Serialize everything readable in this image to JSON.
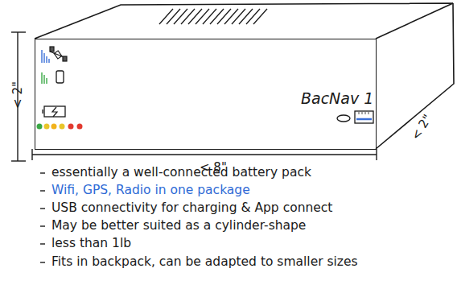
{
  "diagram": {
    "nodes": [
      {
        "text": [
          "BacNav 1"
        ]
      }
    ],
    "labels": [
      "< 2\"",
      "< 8\"",
      "< 2\"",
      "essentially a well-connected battery pack",
      "Wifi, GPS, Radio in one package",
      "USB connectivity for charging & App connect",
      "May be better suited as a cylinder-shape",
      "less than 1lb",
      "Fits in backpack, can be adapted to smaller sizes"
    ]
  }
}
